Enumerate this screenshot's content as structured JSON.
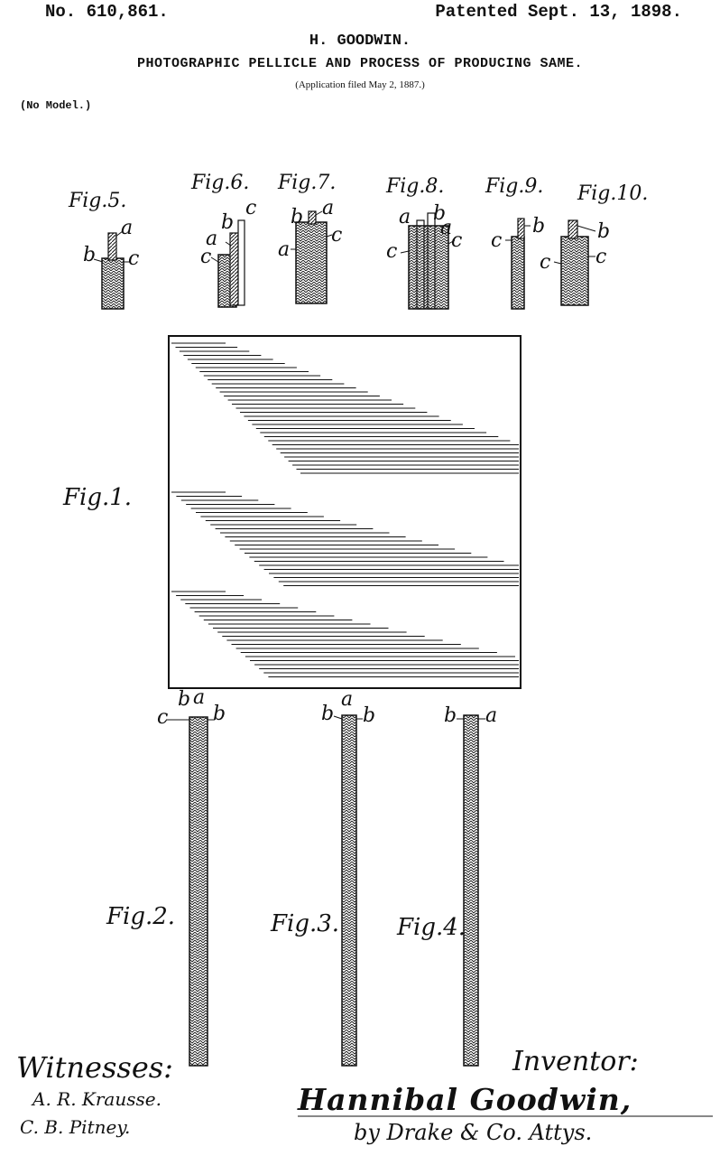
{
  "header": {
    "patent_number": "No. 610,861.",
    "patent_date": "Patented Sept. 13, 1898.",
    "inventor_name": "H. GOODWIN.",
    "title": "PHOTOGRAPHIC PELLICLE AND PROCESS OF PRODUCING SAME.",
    "application": "(Application filed May 2, 1887.)",
    "model_note": "(No Model.)"
  },
  "figures": {
    "fig1": "Fig.1.",
    "fig2": "Fig.2.",
    "fig3": "Fig.3.",
    "fig4": "Fig.4.",
    "fig5": "Fig.5.",
    "fig6": "Fig.6.",
    "fig7": "Fig.7.",
    "fig8": "Fig.8.",
    "fig9": "Fig.9.",
    "fig10": "Fig.10."
  },
  "reference_letters": {
    "a": "a",
    "b": "b",
    "c": "c"
  },
  "signatures": {
    "witnesses_label": "Witnesses:",
    "witness_1": "A. R. Krausse.",
    "witness_2": "C. B. Pitney.",
    "inventor_label": "Inventor:",
    "inventor_signature": "Hannibal Goodwin,",
    "attorneys": "by Drake & Co. Attys."
  },
  "colors": {
    "ink": "#111111",
    "paper": "#ffffff"
  }
}
